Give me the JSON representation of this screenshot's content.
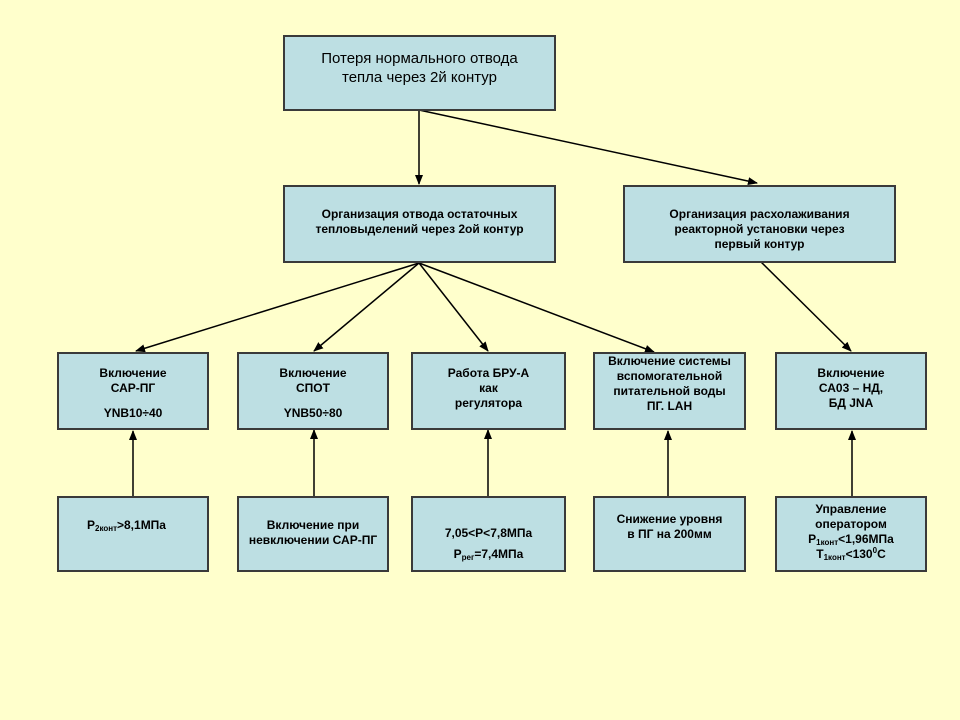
{
  "root": {
    "line1": "Потеря нормального отвода",
    "line2": "тепла через 2й контур"
  },
  "level2": {
    "left": {
      "line1": "Организация отвода остаточных",
      "line2": "тепловыделений через 2ой контур"
    },
    "right": {
      "line1": "Организация расхолаживания",
      "line2": "реакторной установки через",
      "line3": "первый контур"
    }
  },
  "actions": {
    "a1": {
      "line1": "Включение",
      "line2": "САР-ПГ",
      "line3": "YNB10÷40"
    },
    "a2": {
      "line1": "Включение",
      "line2": "СПОТ",
      "line3": "YNB50÷80"
    },
    "a3": {
      "line1": "Работа БРУ-А",
      "line2": "как",
      "line3": "регулятора"
    },
    "a4": {
      "line1": "Включение системы",
      "line2": "вспомогательной",
      "line3": "питательной воды",
      "line4": "ПГ. LAH"
    },
    "a5": {
      "line1": "Включение",
      "line2": "СА03 – НД,",
      "line3": "БД JNA"
    }
  },
  "conditions": {
    "c1": {
      "p": "P",
      "sub": "2конт",
      "rest": ">8,1МПа"
    },
    "c2": {
      "line1": "Включение при",
      "line2": "невключении САР-ПГ"
    },
    "c3": {
      "line1": "7,05<P<7,8МПа",
      "p": "P",
      "sub": "рег",
      "rest": "=7,4МПа"
    },
    "c4": {
      "line1": "Снижение уровня",
      "line2": "в ПГ на 200мм"
    },
    "c5": {
      "line1": "Управление",
      "line2": "оператором",
      "p": "P",
      "sub1": "1конт",
      "rest1": "<1,96МПа",
      "t": "T",
      "sub2": "1конт",
      "rest2a": "<130",
      "sup": "0",
      "rest2b": "С"
    }
  },
  "colors": {
    "background": "#ffffcc",
    "box_fill": "#bddfe3",
    "border": "#3a3a3a"
  }
}
